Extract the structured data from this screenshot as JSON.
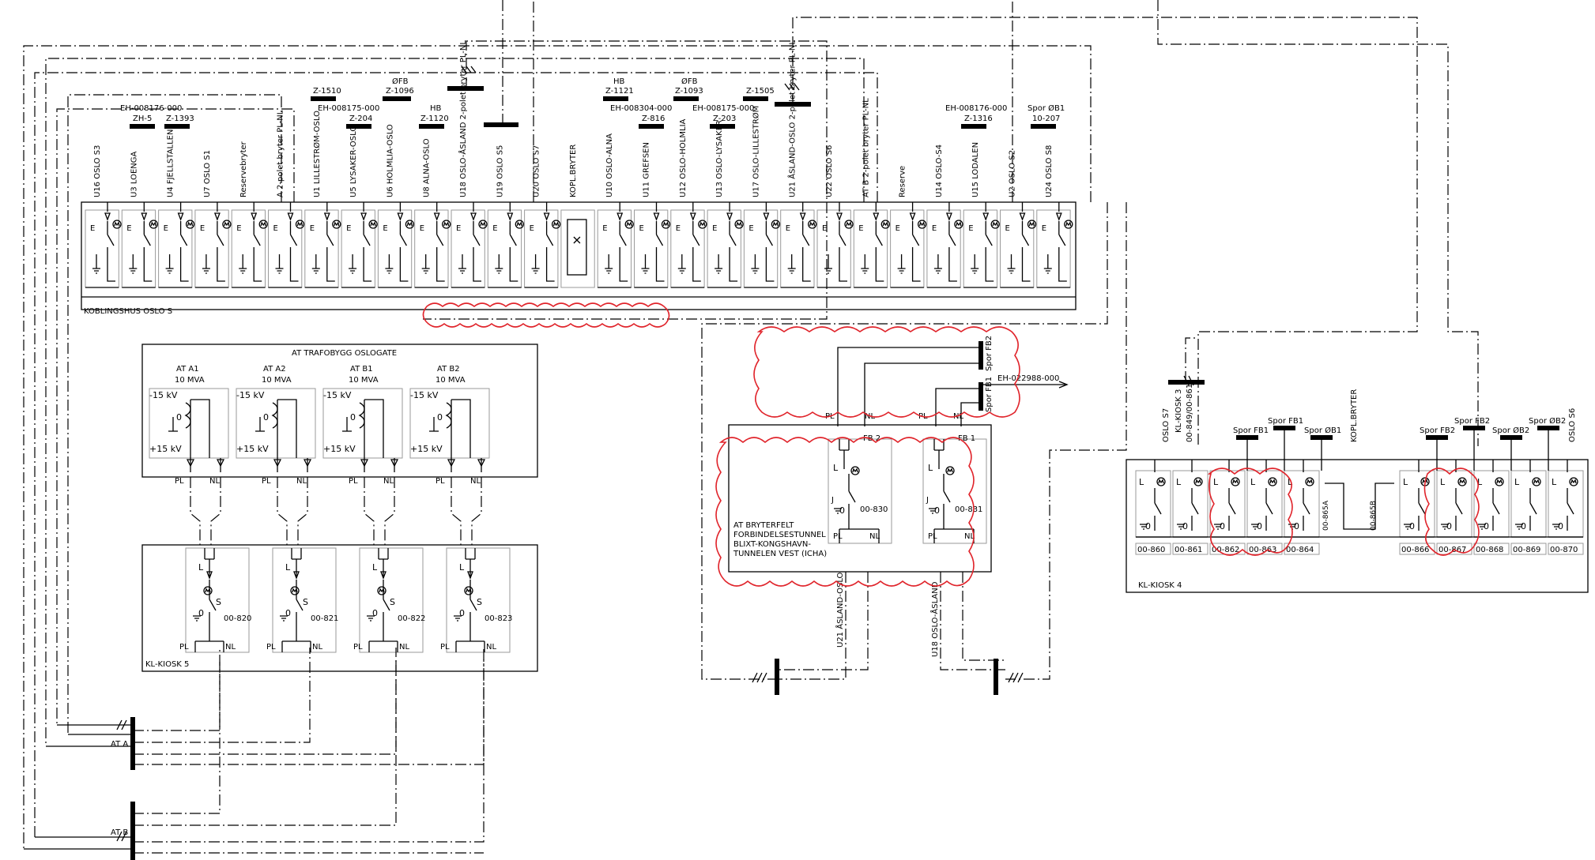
{
  "colors": {
    "line": "#000000",
    "revision_cloud": "#e0242b",
    "cell_border": "#9a9a9a",
    "background": "#ffffff"
  },
  "oslo_s": {
    "title": "KOBLINGSHUS OSLO S",
    "feeders": [
      "U16 OSLO S3",
      "U3 LOENGA",
      "U4 FJELLSTALLEN",
      "U7 OSLO S1",
      "Reservebryter",
      "A 2-polet bryter PL-NL",
      "U1 LILLESTRØM-OSLO",
      "U5 LYSAKER-OSLO",
      "U6 HOLMLIA-OSLO",
      "U8 ALNA-OSLO",
      "U18 OSLO-ÅSLAND 2-polet bryter PL-NL",
      "U19 OSLO S5",
      "U20 OSLO S7",
      "KOPL.BRYTER",
      "U10 OSLO-ALNA",
      "U11 GREFSEN",
      "U12 OSLO-HOLMLIA",
      "U13 OSLO-LYSAKER",
      "U17 OSLO-LILLESTRØM",
      "U21 ÅSLAND-OSLO 2-polet bryter PL-NL",
      "U22 OSLO S6",
      "AT B 2-polet bryter PL-NL",
      "Reserve",
      "U14 OSLO-S4",
      "U15 LODALEN",
      "U2 OSLO S2",
      "U24 OSLO S8"
    ],
    "refs": [
      {
        "top": "EH-008176-000",
        "code": "ZH-5"
      },
      {
        "code": "Z-1393"
      },
      {
        "code": "Z-1510"
      },
      {
        "top": "EH-008175-000",
        "code": "Z-204"
      },
      {
        "top": "ØFB",
        "code": "Z-1096"
      },
      {
        "top": "HB",
        "code": "Z-1120"
      },
      {
        "top": "HB",
        "code": "Z-1121"
      },
      {
        "top": "EH-008304-000",
        "code": "Z-816"
      },
      {
        "top": "ØFB",
        "code": "Z-1093"
      },
      {
        "top": "EH-008175-000",
        "code": "Z-203"
      },
      {
        "code": "Z-1505"
      },
      {
        "top": "EH-008176-000",
        "code": "Z-1316"
      },
      {
        "top": "Spor ØB1",
        "code": "10-207"
      }
    ]
  },
  "trafo": {
    "title": "AT TRAFOBYGG OSLOGATE",
    "units": [
      {
        "name": "AT A1",
        "rating": "10 MVA"
      },
      {
        "name": "AT A2",
        "rating": "10 MVA"
      },
      {
        "name": "AT B1",
        "rating": "10 MVA"
      },
      {
        "name": "AT B2",
        "rating": "10 MVA"
      }
    ],
    "kv_top": "-15 kV",
    "kv_bottom": "+15 kV",
    "zero": "0",
    "pl": "PL",
    "nl": "NL"
  },
  "kiosk5": {
    "title": "KL-KIOSK 5",
    "switches": [
      "00-820",
      "00-821",
      "00-822",
      "00-823"
    ],
    "l": "L",
    "s": "S",
    "zero": "0"
  },
  "busbars": {
    "at_a": "AT A",
    "at_b": "AT B"
  },
  "bryterfelt": {
    "title_lines": [
      "AT BRYTERFELT",
      "FORBINDELSESTUNNEL",
      "BLIXT-KONGSHAVN-",
      "TUNNELEN VEST (ICHA)"
    ],
    "fields": [
      {
        "name": "FB 2",
        "switch": "00-830"
      },
      {
        "name": "FB 1",
        "switch": "00-831"
      }
    ],
    "spor_fb2": "Spor FB2",
    "spor_fb1": "Spor FB1",
    "eh_ref": "EH-022988-000",
    "feed_left": "U21 ÅSLAND-OSLO",
    "feed_right": "U18 OSLO-ÅSLAND",
    "l": "L",
    "j": "J",
    "zero": "0"
  },
  "kiosk4": {
    "title": "KL-KIOSK 4",
    "switches": [
      "00-860",
      "00-861",
      "00-862",
      "00-863",
      "00-864",
      "00-866",
      "00-867",
      "00-868",
      "00-869",
      "00-870"
    ],
    "kiosk3_lines": [
      "KL-KIOSK 3",
      "00-849/00-861"
    ],
    "oslo_s7": "OSLO S7",
    "oslo_s6": "OSLO S6",
    "kopl_bryter": "KOPL.BRYTER",
    "sw_865a": "00-865A",
    "sw_865b": "00-865B",
    "tracks": [
      "Spor FB1",
      "Spor FB1",
      "Spor ØB1",
      "Spor FB2",
      "Spor FB2",
      "Spor ØB2",
      "Spor ØB2"
    ],
    "l": "L",
    "zero": "0"
  }
}
